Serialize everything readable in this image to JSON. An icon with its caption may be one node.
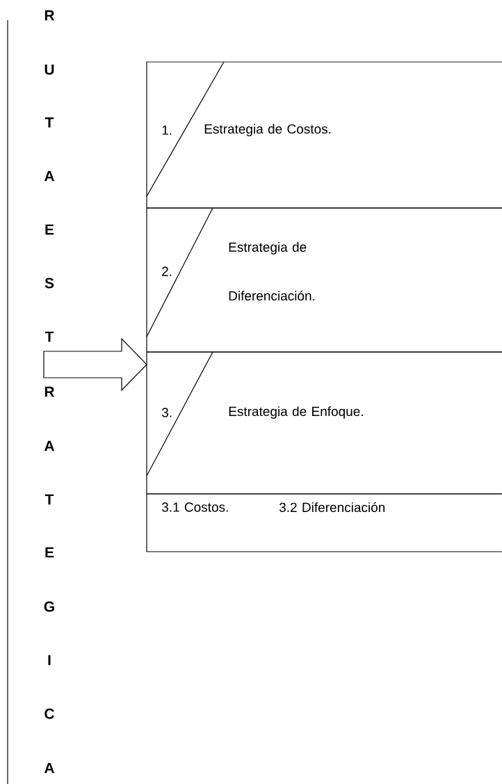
{
  "diagram": {
    "nodes": [
      {
        "text": [
          "1.",
          "Estrategia de Costos."
        ]
      },
      {
        "text": [
          "2.",
          "Estrategia de Diferenciación."
        ]
      },
      {
        "text": [
          "3.",
          "Estrategia de Enfoque."
        ]
      },
      {
        "text": [
          "3.1 Costos.",
          "3.2 Diferenciación"
        ]
      }
    ],
    "edges": [
      {
        "from": null,
        "to": 2,
        "arrow": "to"
      }
    ],
    "labels": [
      "R",
      "U",
      "T",
      "A",
      "E",
      "S",
      "T",
      "R",
      "A",
      "T",
      "E",
      "G",
      "I",
      "C",
      "A"
    ]
  }
}
